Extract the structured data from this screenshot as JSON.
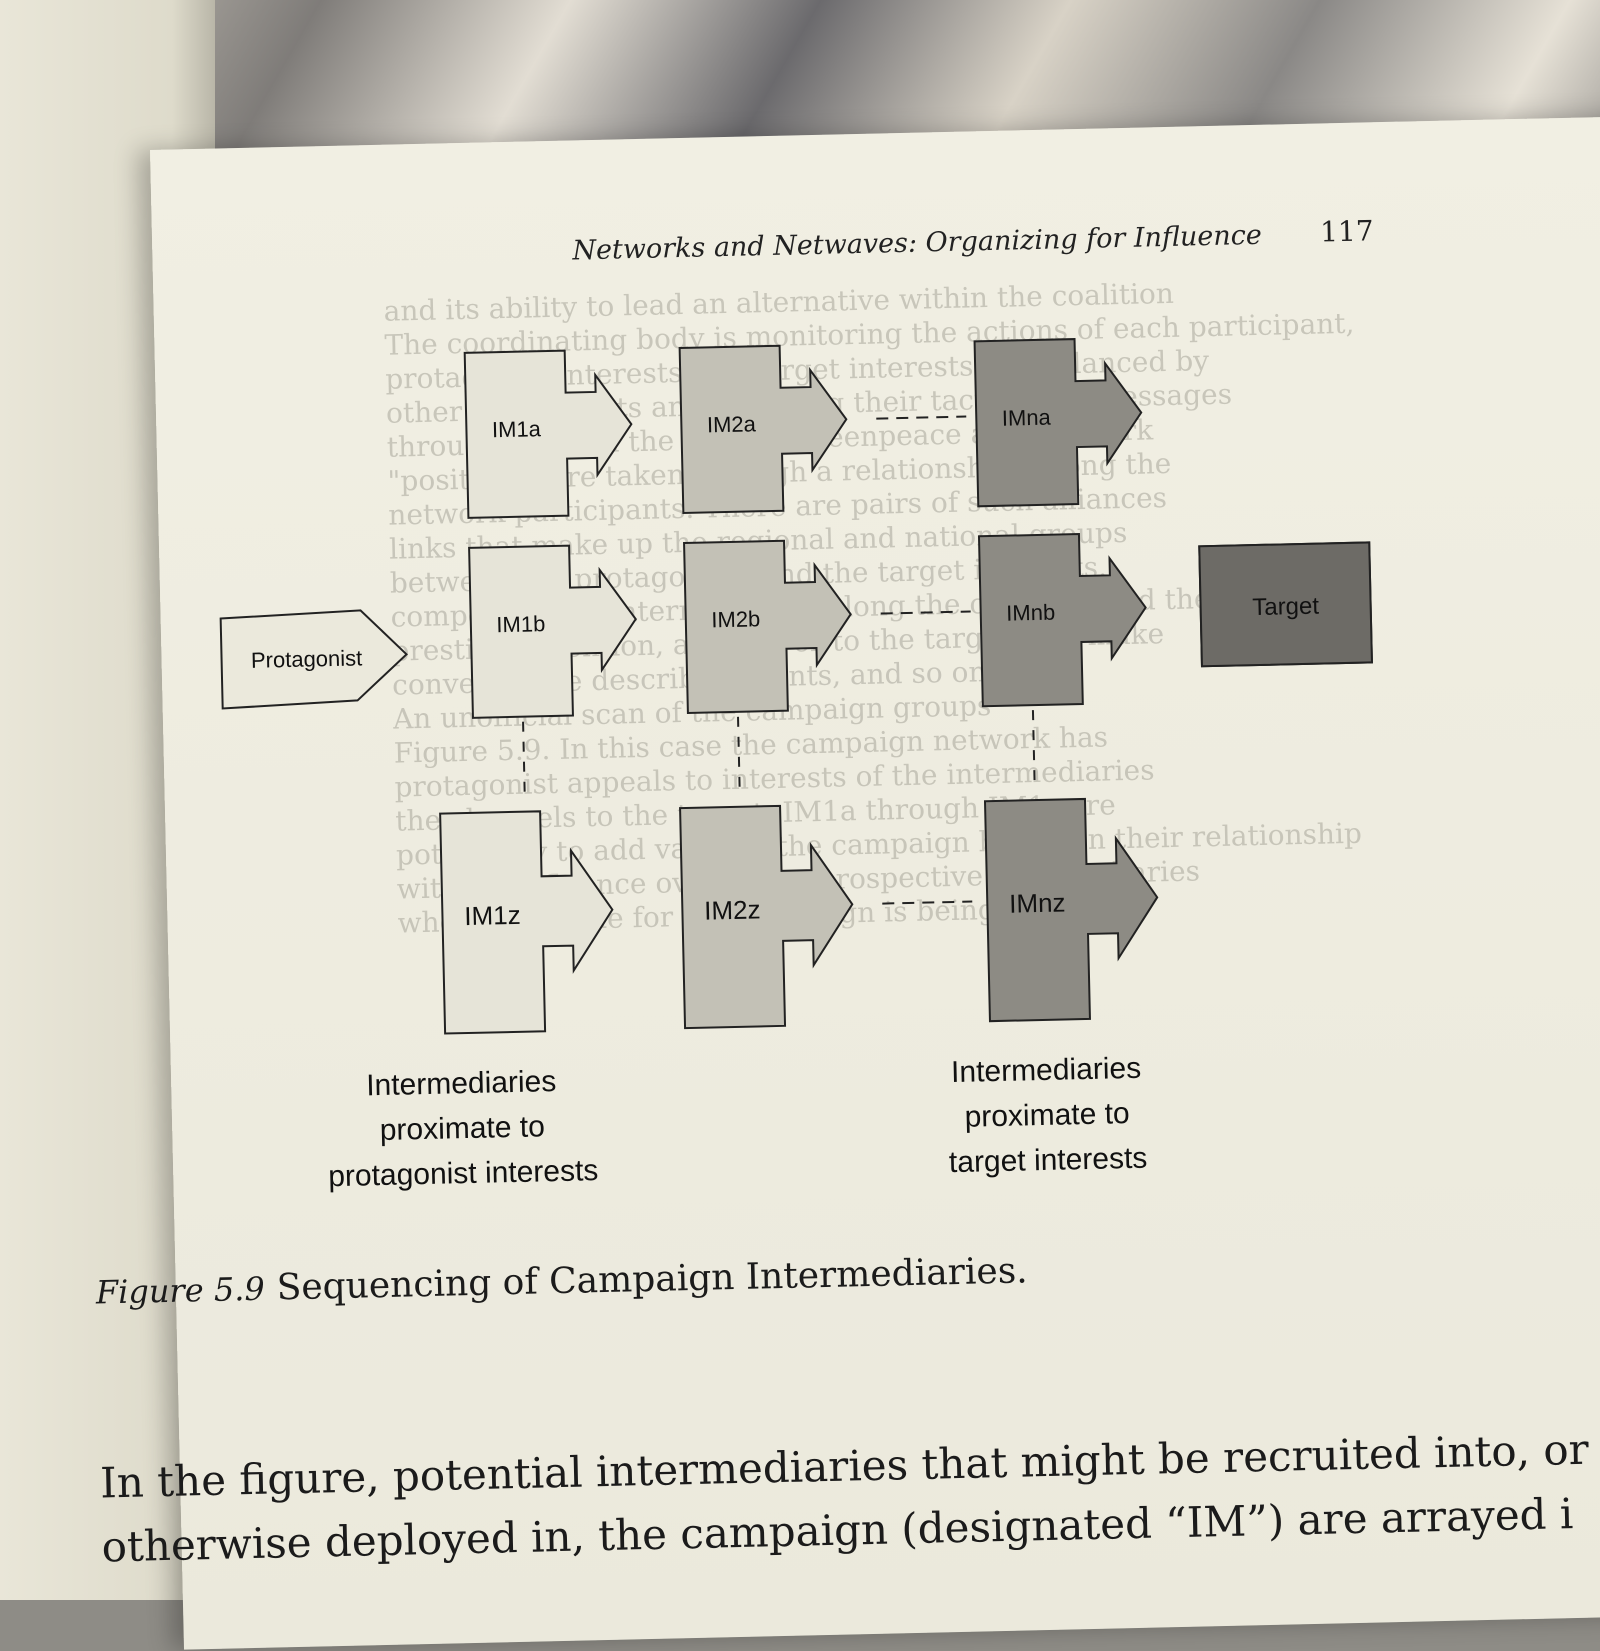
{
  "page": {
    "running_head": "Networks and Netwaves: Organizing for Influence",
    "page_number": "117"
  },
  "diagram": {
    "protagonist_label": "Protagonist",
    "target_label": "Target",
    "nodes": {
      "im1a": "IM1a",
      "im2a": "IM2a",
      "imna": "IMna",
      "im1b": "IM1b",
      "im2b": "IM2b",
      "imnb": "IMnb",
      "im1z": "IM1z",
      "im2z": "IM2z",
      "imnz": "IMnz"
    },
    "left_note": [
      "Intermediaries",
      "proximate to",
      "protagonist interests"
    ],
    "right_note": [
      "Intermediaries",
      "proximate to",
      "target interests"
    ]
  },
  "caption": {
    "label": "Figure 5.9",
    "text": "Sequencing of Campaign Intermediaries."
  },
  "body": {
    "line1": "In the figure, potential intermediaries that might be recruited into, or",
    "line2": "otherwise deployed in, the campaign (designated “IM”) are arrayed i"
  },
  "bleed_through": [
    "and its ability to lead an alternative within the coalition",
    "The coordinating body is monitoring the actions of each participant,",
    "protagonist interests and target interests are balanced by",
    "other participants and adjusting their tactics and messages",
    "through time. In the case of Greenpeace as a network",
    "\"positions\" are taken through a relationship among the",
    "network participants. There are pairs of such alliances",
    "links that make up the regional and national groups",
    "between the protagonists and the target interests.",
    "compose those intermediaries along the chain toward the",
    "prestige, attention, and power to the target who make",
    "convened the described events, and so on.",
    "   An unofficial scan of the campaign groups",
    "Figure 5.9. In this case the campaign network has",
    "protagonist appeals to interests of the intermediaries",
    "the channels to the target: IM1a through IM1z are",
    "potentially to add value to the campaign based on their relationship",
    "with, or influence over, other prospective intermediaries",
    "whose rationale for the campaign is being built"
  ]
}
